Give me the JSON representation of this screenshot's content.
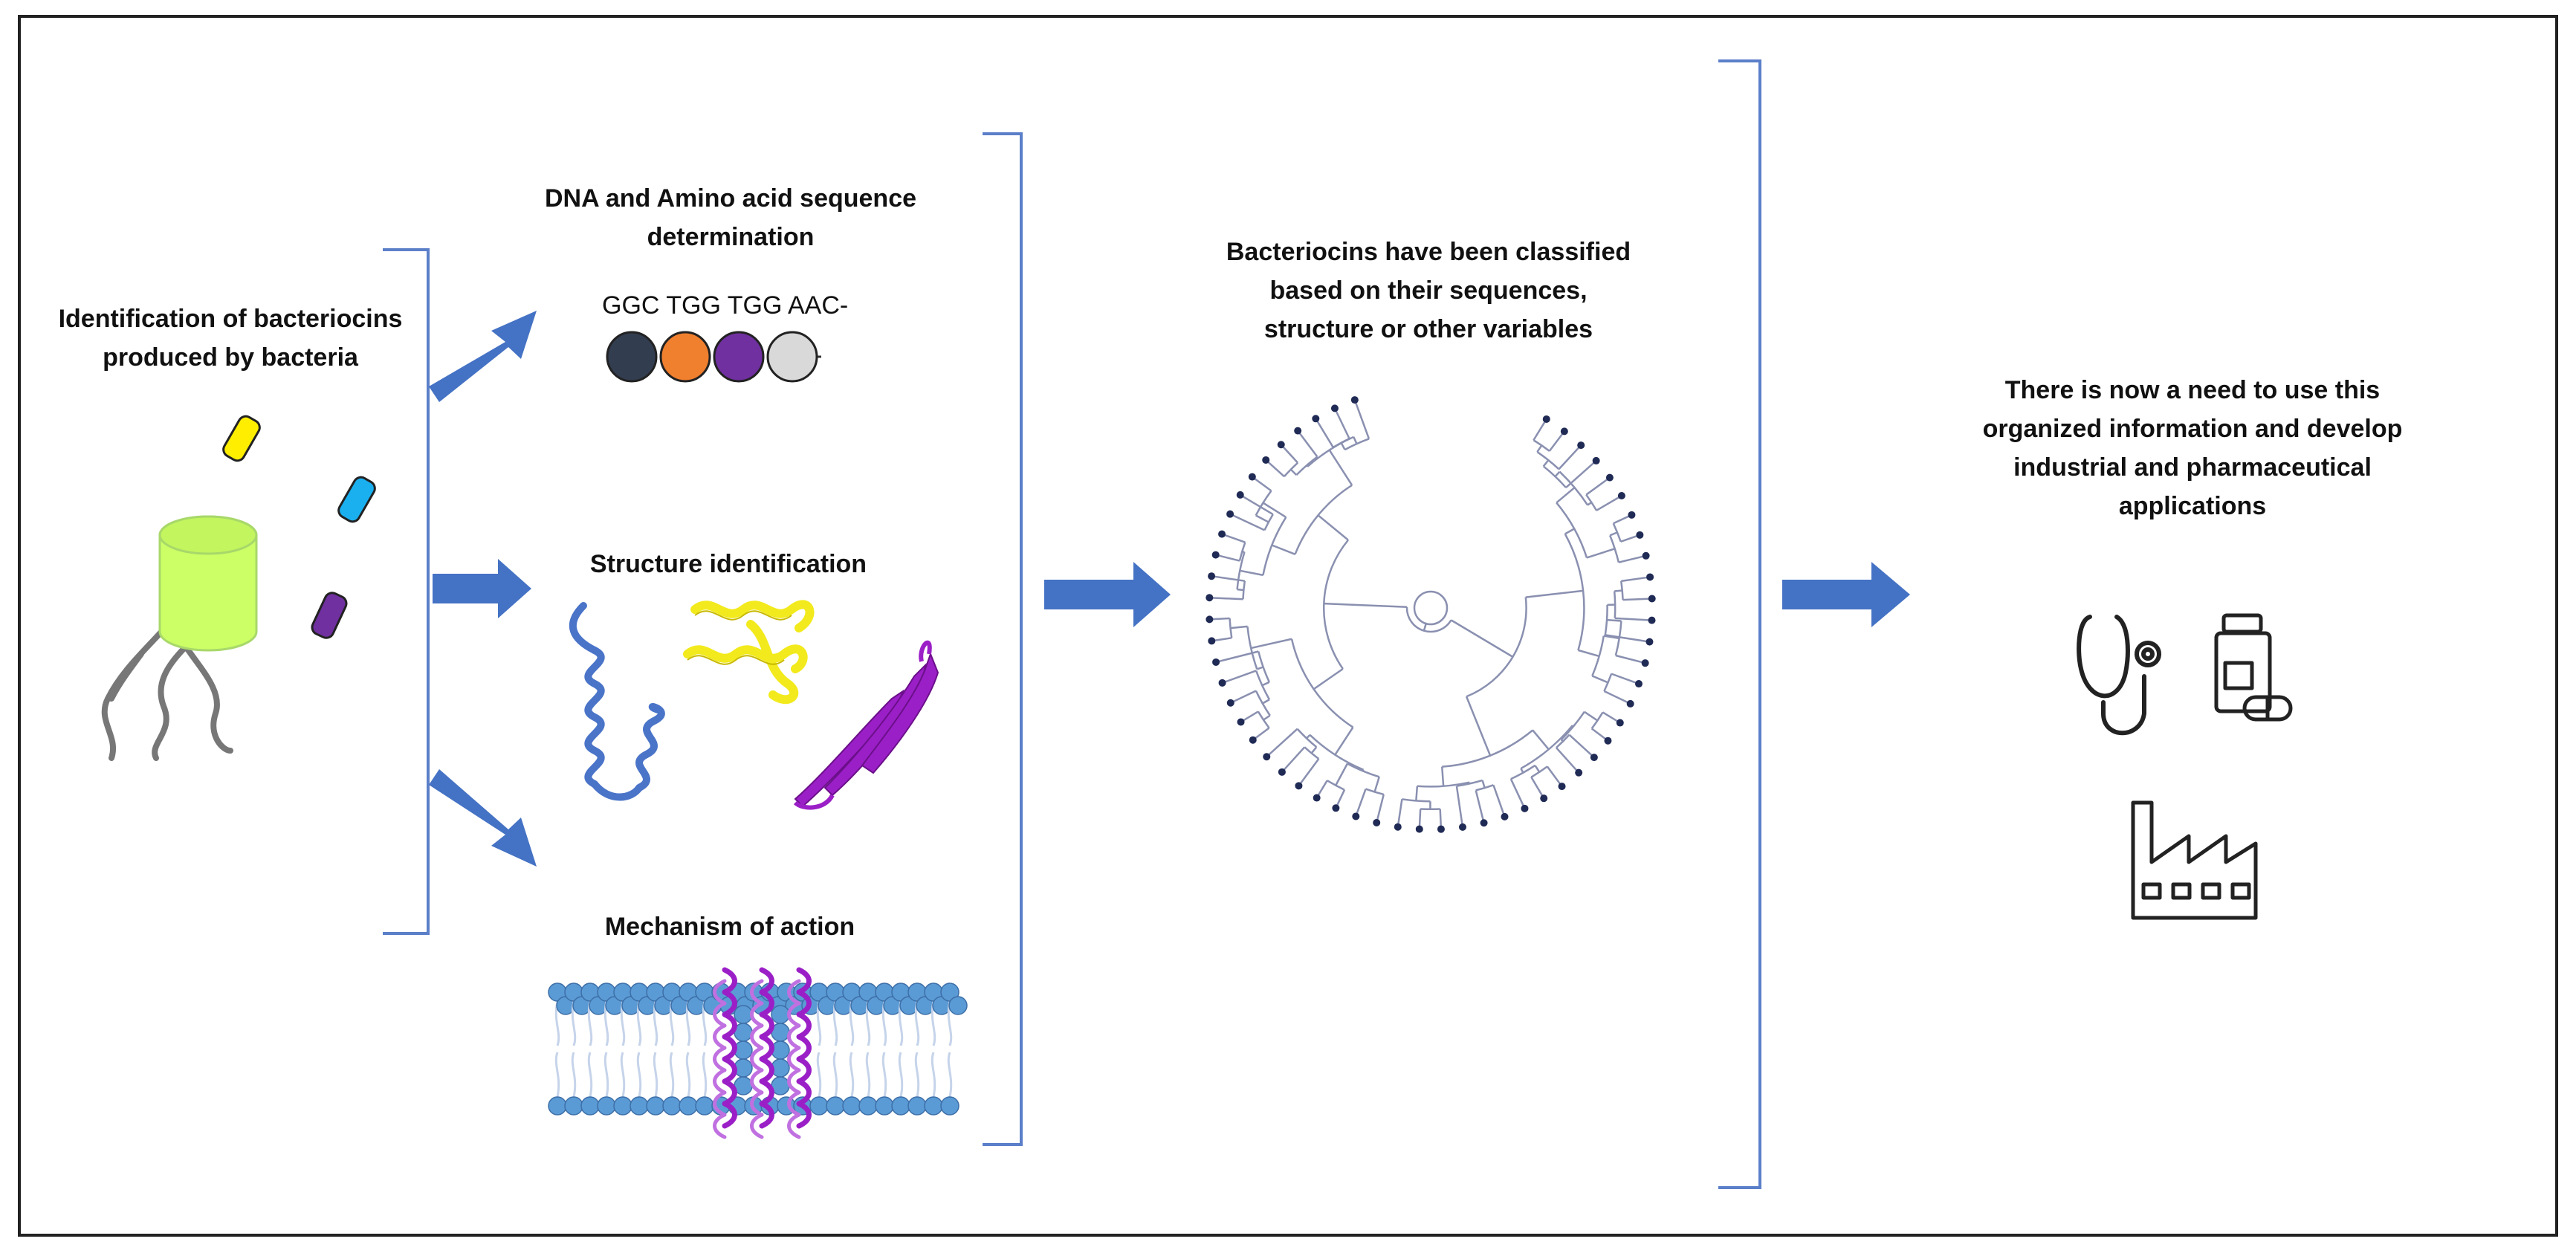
{
  "colors": {
    "arrow": "#4472c4",
    "bracket": "#5b7fc9",
    "frame": "#222222",
    "bacterium": "#ccff66",
    "flagella": "#777777",
    "protein_blue": "#4a74c8",
    "protein_yellow": "#f2ea1c",
    "protein_purple": "#9b1fc7",
    "lipid_head": "#5b9bd5",
    "tree_line": "#8a90b0",
    "tree_tip": "#1f2a55",
    "icon_line": "#222222"
  },
  "stage1": {
    "label_line1": "Identification of bacteriocins",
    "label_line2": "produced by bacteria",
    "bacteriocin_colors": [
      "#ffee00",
      "#1ab0f0",
      "#7030a0"
    ]
  },
  "stage2": {
    "sequence": {
      "title_line1": "DNA and Amino acid sequence",
      "title_line2": "determination",
      "codons": "GGC TGG TGG AAC-",
      "residue_colors": [
        "#323d50",
        "#f07f2e",
        "#7030a0",
        "#d9d9d9"
      ]
    },
    "structure": {
      "title": "Structure identification"
    },
    "mechanism": {
      "title": "Mechanism of action"
    }
  },
  "stage3": {
    "label_line1": "Bacteriocins have been classified",
    "label_line2": "based on their sequences,",
    "label_line3": "structure or other variables"
  },
  "stage4": {
    "label_line1": "There is now a need to use this",
    "label_line2": "organized information and develop",
    "label_line3": "industrial and pharmaceutical",
    "label_line4": "applications",
    "icons": [
      "stethoscope-icon",
      "medicine-bottle-icon",
      "factory-icon"
    ]
  }
}
